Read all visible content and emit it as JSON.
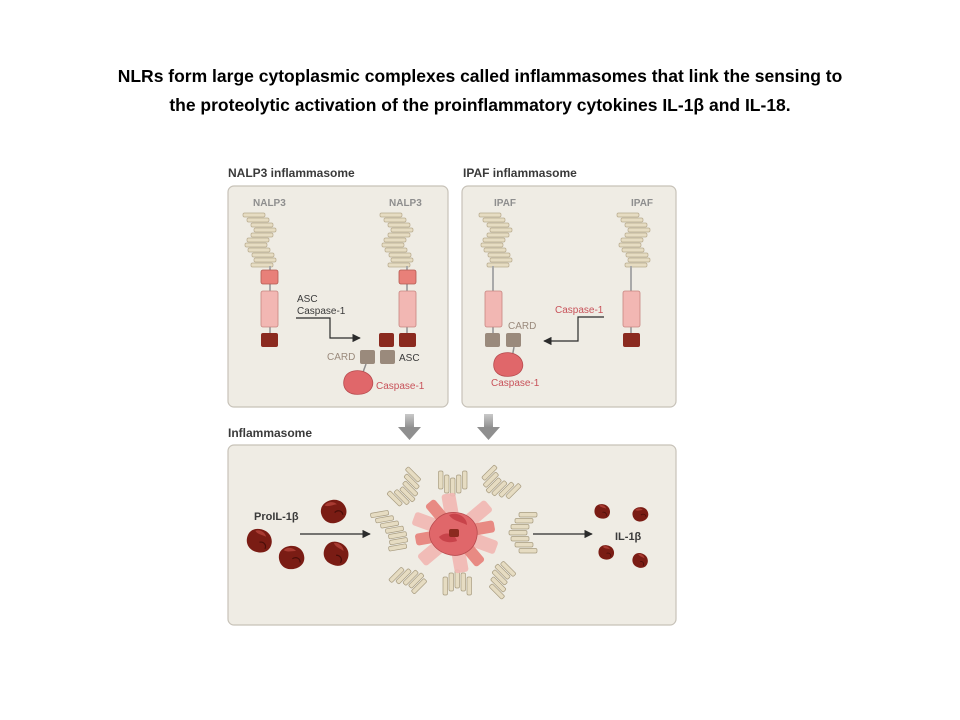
{
  "slide": {
    "title_line1": "NLRs form large cytoplasmic   complexes called inflammasomes that link the sensing to",
    "title_line2": "the proteolytic activation of the proinflammatory  cytokines IL-1β and IL-18."
  },
  "nalp3_panel": {
    "title": "NALP3 inflammasome",
    "left_protein": "NALP3",
    "right_protein": "NALP3",
    "arrow_label_1": "ASC",
    "arrow_label_2": "Caspase-1",
    "card_label": "CARD",
    "asc_label": "ASC",
    "caspase_label": "Caspase-1"
  },
  "ipaf_panel": {
    "title": "IPAF inflammasome",
    "left_protein": "IPAF",
    "right_protein": "IPAF",
    "arrow_label": "Caspase-1",
    "card_label": "CARD",
    "caspase_label": "Caspase-1"
  },
  "inflammasome_panel": {
    "title": "Inflammasome",
    "input_label": "ProIL-1β",
    "output_label": "IL-1β"
  },
  "colors": {
    "panel_bg": "#efece4",
    "panel_border": "#c7c2b8",
    "lrr_fill": "#e6dcc2",
    "nacht_fill": "#f2b7b3",
    "pyd_fill": "#e88079",
    "card_fill": "#8b2a1f",
    "asc_fill": "#9a8a7c",
    "caspase_fill": "#e0676a",
    "il1b_fill": "#7a1c14"
  }
}
